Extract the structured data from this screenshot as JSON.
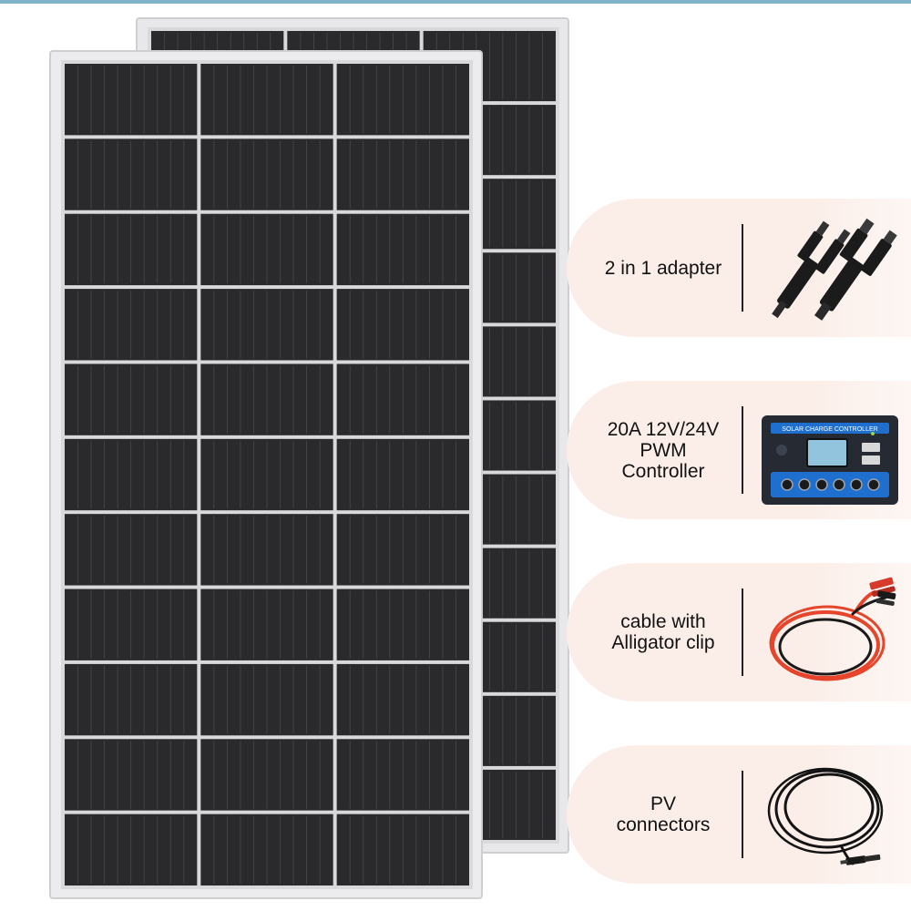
{
  "colors": {
    "page_bg": "#ffffff",
    "card_bg": "#fbeee9",
    "panel_frame": "#e8e8ea",
    "panel_cell": "#2a2a2c",
    "panel_line": "#d9d9dc",
    "top_strip": "#7fb4c8",
    "controller_body": "#252a33",
    "controller_accent": "#1f6fcf",
    "controller_screen": "#93c4de",
    "cable_red": "#e6452c",
    "cable_black": "#141414",
    "clip_red": "#d63a2b"
  },
  "panels": [
    {
      "name": "rear-solar-panel",
      "rows": 11,
      "cols": 3
    },
    {
      "name": "front-solar-panel",
      "rows": 11,
      "cols": 3
    }
  ],
  "cards": [
    {
      "id": "adapter",
      "label": "2 in 1 adapter",
      "icon": "y-branch-connector-icon"
    },
    {
      "id": "controller",
      "label": "20A 12V/24V\nPWM\nController",
      "icon": "charge-controller-icon",
      "device_text": "SOLAR CHARGE CONTROLLER"
    },
    {
      "id": "cable",
      "label": "cable with\nAlligator clip",
      "icon": "alligator-clip-cable-icon"
    },
    {
      "id": "pv",
      "label": "PV\nconnectors",
      "icon": "pv-cable-icon"
    }
  ]
}
